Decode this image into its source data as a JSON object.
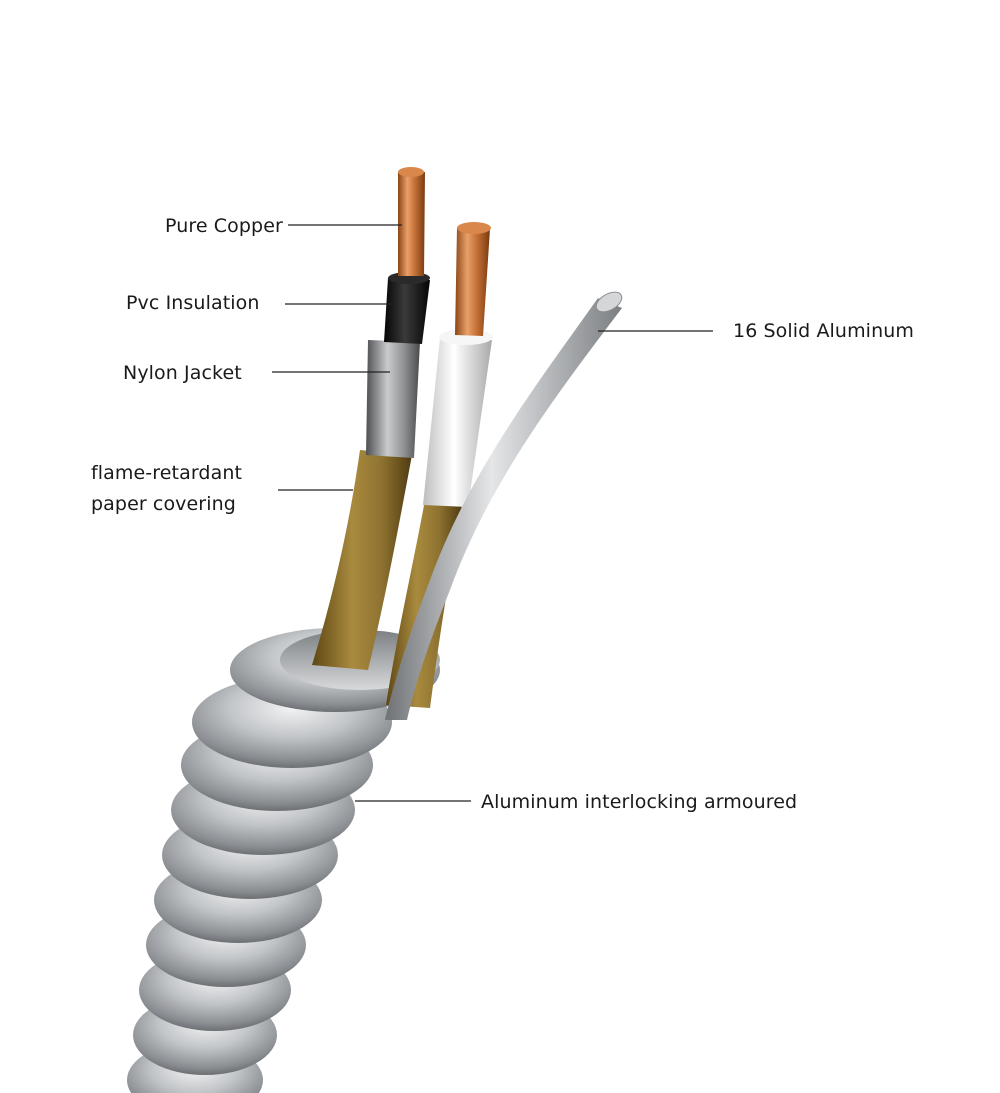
{
  "labels": {
    "pure_copper": "Pure Copper",
    "pvc_insulation": "Pvc Insulation",
    "nylon_jacket": "Nylon Jacket",
    "paper_line1": "flame-retardant",
    "paper_line2": "paper covering",
    "solid_aluminum": "16 Solid Aluminum",
    "armour": "Aluminum interlocking armoured"
  },
  "colors": {
    "copper": "#c8743a",
    "pvc": "#151515",
    "nylon": "#8f9194",
    "paper": "#8e7230",
    "white_insulation": "#eeeeee",
    "aluminum": "#b9bcbf",
    "armour": "#c2c5c8",
    "leader_line": "#222222"
  }
}
